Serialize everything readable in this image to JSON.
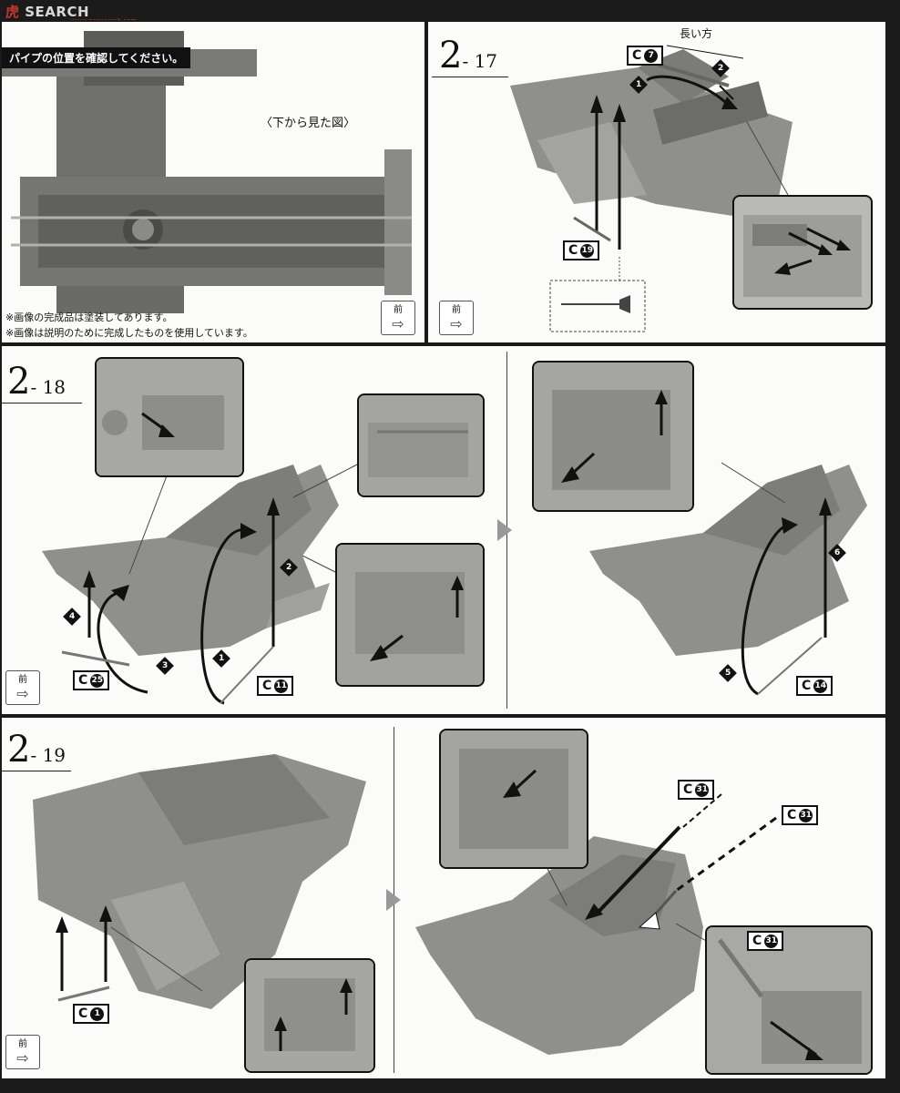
{
  "header": {
    "watermark": "SEARCH",
    "watermark_cn": "虎",
    "watermark_url": "www.gaosearch.com",
    "banner": "パイプの位置を確認してください。"
  },
  "panel_top_left": {
    "caption": "〈下から見た図〉",
    "notes": [
      "※画像の完成品は塗装してあります。",
      "※画像は説明のために完成したものを使用しています。"
    ],
    "front_label": "前"
  },
  "step_2_17": {
    "number": "2",
    "sub": "- 17",
    "length_label": "長い方",
    "parts": [
      "C",
      "C"
    ],
    "part_numbers": [
      "7",
      "19"
    ],
    "step_nums": [
      "1",
      "2"
    ],
    "front_label": "前"
  },
  "step_2_18": {
    "number": "2",
    "sub": "- 18",
    "parts": [
      "C",
      "C",
      "C"
    ],
    "part_numbers": [
      "25",
      "11",
      "14"
    ],
    "step_nums": [
      "1",
      "2",
      "3",
      "4",
      "5",
      "6"
    ],
    "front_label": "前"
  },
  "step_2_19": {
    "number": "2",
    "sub": "- 19",
    "parts": [
      "C",
      "C",
      "C",
      "C"
    ],
    "part_numbers": [
      "1",
      "31",
      "31",
      "31"
    ],
    "front_label": "前"
  },
  "colors": {
    "ink": "#111111",
    "model_gray": "#8f8f8c",
    "inset_gray": "#b9b9b6"
  }
}
